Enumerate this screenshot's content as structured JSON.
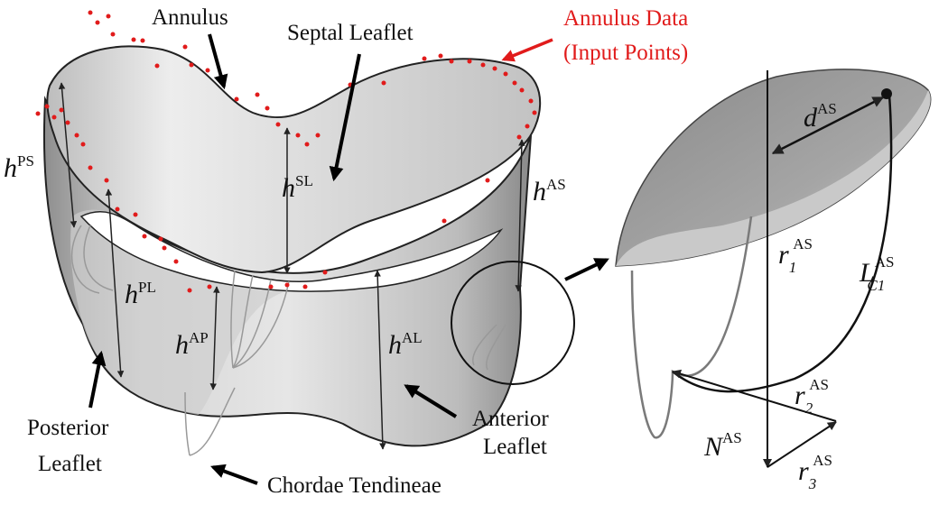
{
  "labels": {
    "annulus": "Annulus",
    "septal_leaflet": "Septal Leaflet",
    "annulus_data_line1": "Annulus Data",
    "annulus_data_line2": "(Input Points)",
    "posterior_line1": "Posterior",
    "posterior_line2": "Leaflet",
    "anterior_line1": "Anterior",
    "anterior_line2": "Leaflet",
    "chordae": "Chordae Tendineae"
  },
  "heights": {
    "h": "h",
    "ps": "PS",
    "sl": "SL",
    "as": "AS",
    "pl": "PL",
    "ap": "AP",
    "al": "AL"
  },
  "detail": {
    "d": "d",
    "d_sup": "AS",
    "r1": "r",
    "r1_sub": "1",
    "r1_sup": "AS",
    "L": "L",
    "L_sup": "AS",
    "L_sub": "C1",
    "r2": "r",
    "r2_sub": "2",
    "r2_sup": "AS",
    "N": "N",
    "N_sup": "AS",
    "r3": "r",
    "r3_sub": "3",
    "r3_sup": "AS"
  },
  "colors": {
    "annotation_red": "#e11b1b",
    "surface_light": "#e2e2e2",
    "surface_dark": "#8c8c8c"
  }
}
